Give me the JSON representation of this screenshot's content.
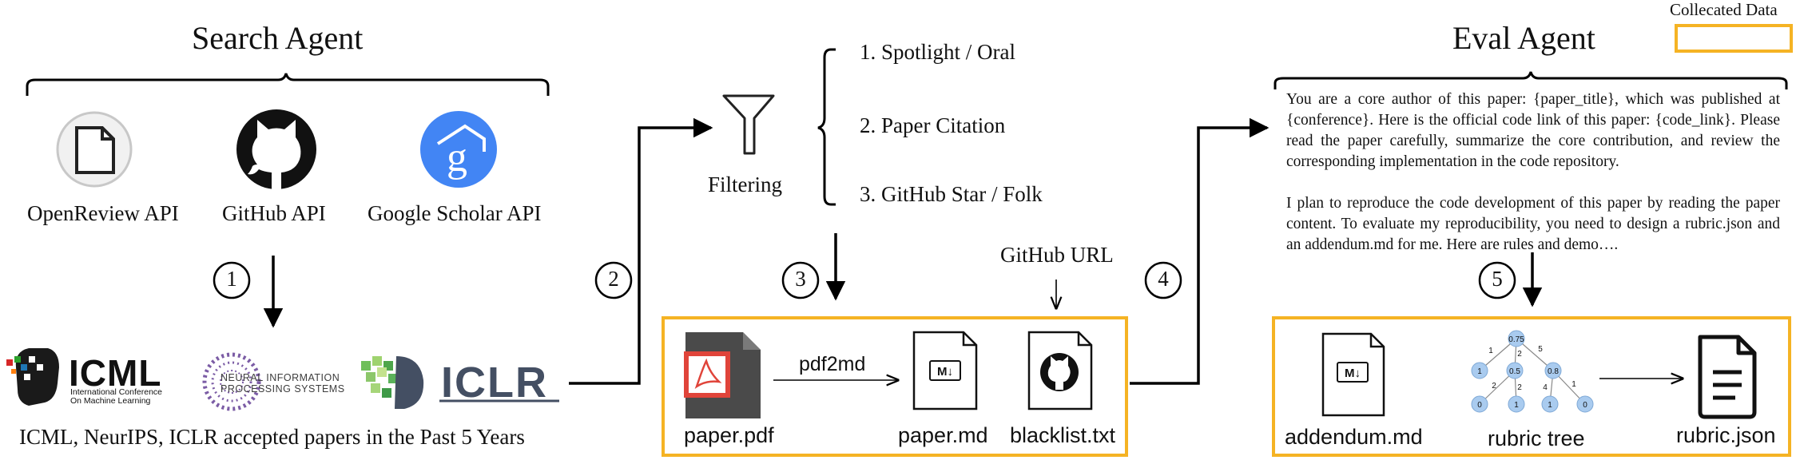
{
  "search_agent": {
    "title": "Search Agent",
    "apis": [
      {
        "label": "OpenReview API",
        "icon": "openreview-document-icon"
      },
      {
        "label": "GitHub API",
        "icon": "github-octocat-icon"
      },
      {
        "label": "Google Scholar API",
        "icon": "google-scholar-icon"
      }
    ],
    "step": "1",
    "conferences": {
      "icml": {
        "name": "ICML",
        "sub1": "International Conference",
        "sub2": "On Machine Learning"
      },
      "neurips": {
        "line1": "NEURAL INFORMATION",
        "line2": "PROCESSING SYSTEMS"
      },
      "iclr": {
        "name": "ICLR"
      }
    },
    "caption": "ICML, NeurIPS, ICLR accepted papers in the Past 5 Years"
  },
  "filtering": {
    "step": "2",
    "label": "Filtering",
    "criteria": [
      "1. Spotlight / Oral",
      "2. Paper Citation",
      "3. GitHub Star / Folk"
    ]
  },
  "processing": {
    "step": "3",
    "github_url_label": "GitHub URL",
    "pdf_label": "paper.pdf",
    "converter_label": "pdf2md",
    "md_label": "paper.md",
    "blacklist_label": "blacklist.txt"
  },
  "eval_agent": {
    "step_in": "4",
    "title": "Eval Agent",
    "prompt_p1": "You are a core author of this paper: {paper_title}, which was published at {conference}. Here is the official code link of this paper: {code_link}. Please read the paper carefully, summarize the core contribution, and review the corresponding implementation in the code repository.",
    "prompt_p2": "I plan to reproduce the code development of this paper by reading the paper content. To evaluate my reproducibility, you need to design a rubric.json and an addendum.md for me. Here are rules and demo….",
    "step": "5",
    "addendum_label": "addendum.md",
    "tree_label": "rubric tree",
    "rubric_label": "rubric.json",
    "tree": {
      "root": "0.75",
      "mid": [
        "1",
        "0.5",
        "0.8"
      ],
      "leaves": [
        "0",
        "1",
        "1",
        "0"
      ],
      "weights_top": [
        "1",
        "2",
        "5"
      ],
      "weights_mid": [
        "2",
        "2",
        "4",
        "1"
      ]
    }
  },
  "legend": {
    "label": "Collecated Data",
    "color": "#F5B324"
  },
  "colors": {
    "accent": "#F5B324",
    "pdf_red": "#E0443A",
    "scholar_blue": "#4285F4",
    "tree_node": "#A9CBEF"
  }
}
